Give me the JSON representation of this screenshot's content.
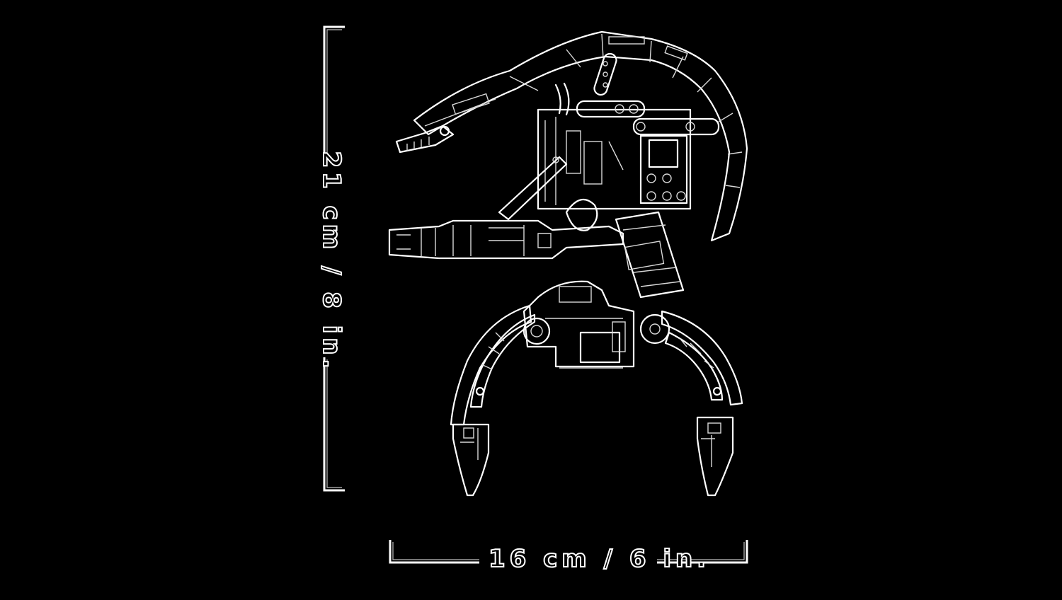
{
  "figure": {
    "subject": "droideka-line-art",
    "background_color": "#000000",
    "line_color": "#ffffff"
  },
  "dimensions": {
    "height_label": "21 cm / 8 in.",
    "width_label": "16 cm / 6 in."
  }
}
